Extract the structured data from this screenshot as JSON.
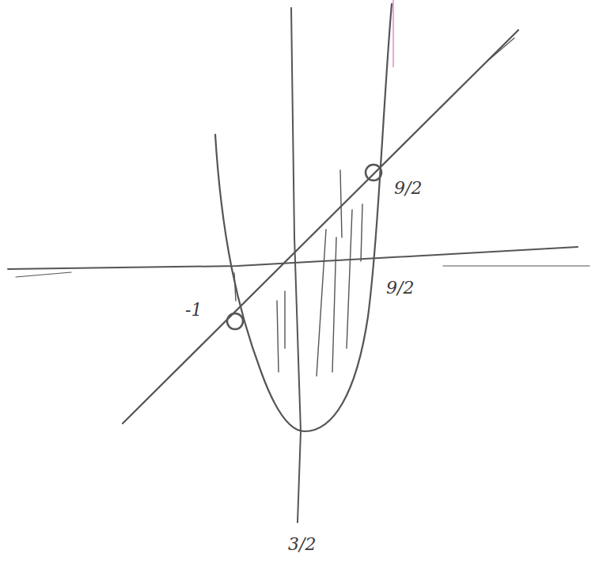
{
  "diagram": {
    "labels": [
      "9/2",
      "-1",
      "9/2",
      "3/2"
    ]
  }
}
